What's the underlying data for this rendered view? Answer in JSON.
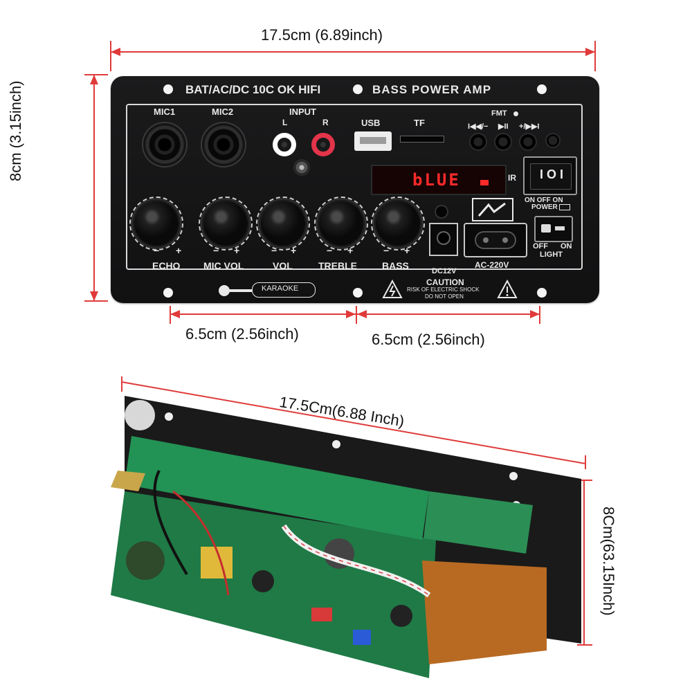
{
  "dimensions_top": {
    "width_label": "17.5cm (6.89inch)",
    "height_label": "8cm (3.15inch)",
    "left_half_label": "6.5cm (2.56inch)",
    "right_half_label": "6.5cm (2.56inch)"
  },
  "dimensions_bottom": {
    "width_label": "17.5Cm(6.88 Inch)",
    "height_label": "8Cm(63.15Inch)"
  },
  "panel": {
    "title_left": "BAT/AC/DC 10C OK  HIFI",
    "title_right": "BASS  POWER  AMP",
    "mic1": "MIC1",
    "mic2": "MIC2",
    "input": "INPUT",
    "input_l": "L",
    "input_r": "R",
    "usb": "USB",
    "tf": "TF",
    "fmt": "FMT",
    "prev": "I◀◀/−",
    "play": "▶II",
    "next": "+/▶▶I",
    "display_text": "bLUE",
    "ir": "IR",
    "power_switch_label": "ON OFF ON",
    "power_label": "POWER",
    "light_off": "OFF",
    "light_on": "ON",
    "light_label": "LIGHT",
    "knobs": [
      "ECHO",
      "MIC VOL",
      "VOL",
      "TREBLE",
      "BASS"
    ],
    "minus": "−",
    "plus": "+",
    "dc12v": "DC12V",
    "ac220v": "AC-220V",
    "karaoke": "KARAOKE",
    "caution": "CAUTION",
    "caution_line1": "RISK OF ELECTRIC SHOCK",
    "caution_line2": "DO NOT OPEN"
  },
  "colors": {
    "dimension_line": "#e03a3a",
    "panel": "#151516",
    "silkscreen": "#e9e9e9",
    "display_led": "#ff2a2a",
    "pcb_green": "#1f7a46"
  }
}
